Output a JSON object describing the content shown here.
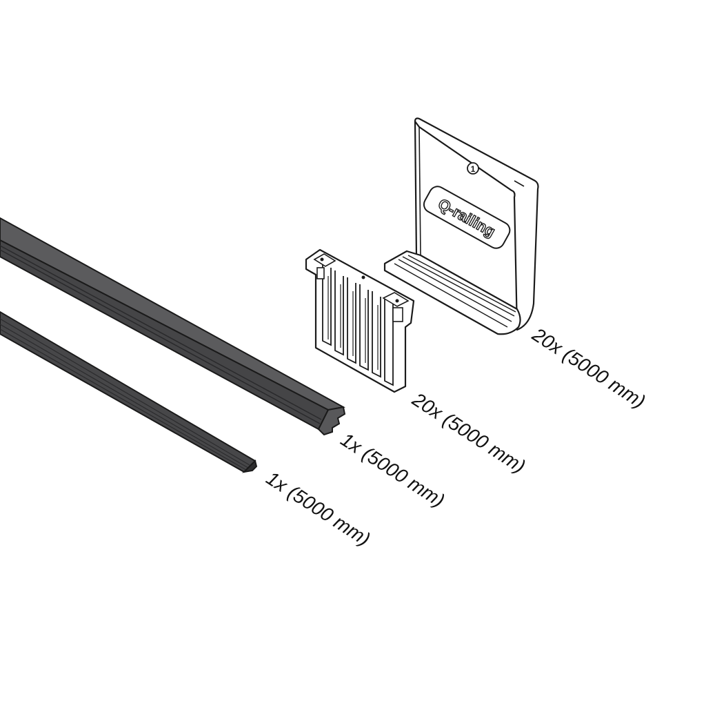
{
  "labels": {
    "bracket_qty": "20x (5000 mm)",
    "clip_qty": "20x (5000 mm)",
    "base_profile_qty": "1x (5000 mm)",
    "strip_qty": "1x (5000 mm)"
  },
  "bracket": {
    "logo_text": "Q-railing",
    "marker": "1"
  },
  "colors": {
    "profile_dark": "#58585a",
    "profile_darker": "#3f3f41",
    "strip": "#474749",
    "outline": "#1a1a1a",
    "panel": "#ffffff"
  }
}
